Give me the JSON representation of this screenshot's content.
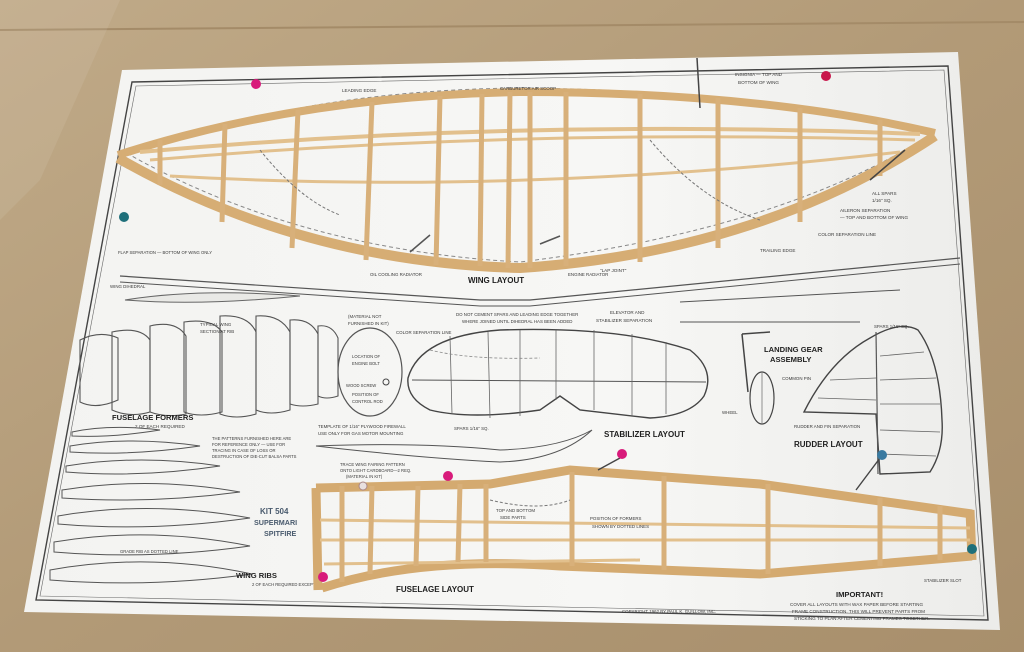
{
  "plan": {
    "wing_layout": "WING LAYOUT",
    "stabilizer_layout": "STABILIZER LAYOUT",
    "rudder_layout": "RUDDER LAYOUT",
    "landing_gear": "LANDING GEAR",
    "assembly": "ASSEMBLY",
    "fuselage_layout": "FUSELAGE LAYOUT",
    "fuselage_formers": "FUSELAGE FORMERS",
    "formers_note": "2 OF EACH REQUIRED",
    "wing_ribs": "WING RIBS",
    "ribs_note": "2 OF EACH REQUIRED EXCEPT F1",
    "kit": "KIT 504",
    "model_line1": "SUPERMARI",
    "model_line2": "SPITFIRE",
    "important": "IMPORTANT!",
    "important_note1": "COVER ALL LAYOUTS WITH WAX PAPER BEFORE STARTING",
    "important_note2": "FRAME CONSTRUCTION.  THIS WILL PREVENT PARTS FROM",
    "important_note3": "STICKING TO PLAN AFTER CEMENTING FRAMES TOGETHER.",
    "copyright": "COPYRIGHT 1962 BY PAUL K. GUILLOW, INC.",
    "leading_edge": "LEADING EDGE",
    "trailing_edge": "TRAILING EDGE",
    "carburetor_air_scoop": "CARBURETOR AIR SCOOP",
    "insignia": "INSIGNIA — TOP AND",
    "insignia2": "BOTTOM OF WING",
    "color_sep": "COLOR SEPARATION LINE",
    "all_spars": "ALL SPARS",
    "all_spars2": "1/16\" SQ.",
    "aileron_sep": "AILERON SEPARATION",
    "aileron_sep2": "— TOP AND BOTTOM OF WING",
    "oil_radiator": "OIL COOLING RADIATOR",
    "engine_radiator": "ENGINE RADIATOR",
    "lap_joint": "\"LAP JOINT\"",
    "dihedral_note1": "DO NOT CEMENT SPARS AND LEADING EDGE TOGETHER",
    "dihedral_note2": "WHERE JOINED UNTIL DIHEDRAL HAS BEEN ADDED",
    "elevator_sep": "ELEVATOR AND",
    "elevator_sep2": "STABILIZER SEPARATION",
    "flap_sep": "FLAP SEPARATION — BOTTOM OF WING ONLY",
    "wing_dihedral": "WING DIHEDRAL",
    "typical_wing": "TYPICAL WING",
    "typical_wing2": "SECTION AT RIB",
    "material_not": "(MATERIAL NOT",
    "material_not2": "FURNISHED IN KIT)",
    "location_engine": "LOCATION OF",
    "location_engine2": "ENGINE BOLT",
    "wood_screw": "WOOD SCREW",
    "position_rod": "POSITION OF",
    "position_rod2": "CONTROL ROD",
    "template_firewall": "TEMPLATE OF 1/16\" PLYWOOD FIREWALL",
    "template_firewall2": "USE ONLY FOR GAS MOTOR MOUNTING",
    "spars_stab": "SPARS 1/16\" SQ.",
    "common_pin": "COMMON PIN",
    "wheel": "WHEEL",
    "rudder_sep": "RUDDER AND FIN SEPARATION",
    "rudder_spars": "SPARS 1/16\" SQ.",
    "pattern_note1": "THE PATTERNS FURNISHED HERE ARE",
    "pattern_note2": "FOR REFERENCE ONLY — USE FOR",
    "pattern_note3": "TRACING IN CASE OF LOSS OR",
    "pattern_note4": "DESTRUCTION OF DIE-CUT BALSA PARTS",
    "trace_note1": "TRACE WING FAIRING PATTERN",
    "trace_note2": "ONTO LIGHT CARDBOARD—2 REQ.",
    "trace_note3": "(MATERIAL IN KIT)",
    "top_bottom": "TOP AND BOTTOM",
    "top_bottom2": "SIDE PARTS",
    "position_formers": "POSITION OF FORMERS",
    "position_formers2": "SHOWN BY DOTTED LINES",
    "stabilizer_slot": "STABILIZER SLOT",
    "grade_note": "GRADE RIB AS DOTTED LINE"
  },
  "colors": {
    "cardboard": "#b59f80",
    "paper": "#f4f4f2",
    "balsa": "#dfbb86",
    "balsa_dark": "#c99a5f",
    "ink": "#3a3a3a",
    "pin_magenta": "#d81b7b",
    "pin_teal": "#1e6f7a"
  }
}
